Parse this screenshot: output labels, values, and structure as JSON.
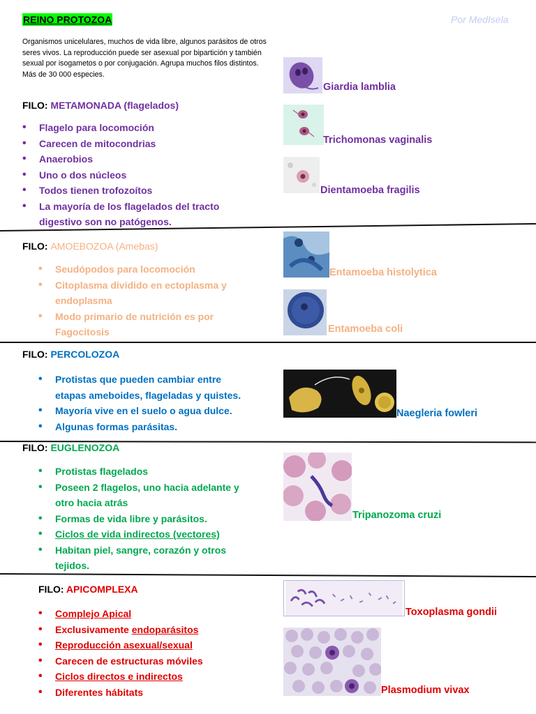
{
  "header": {
    "title": "REINO PROTOZOA",
    "author": "Por MedIsela"
  },
  "intro": "Organismos unicelulares, muchos de vida libre, algunos parásitos de otros seres vivos. La reproducción puede ser asexual por bipartición y también sexual por isogametos o por conjugación. Agrupa muchos filos distintos. Más de 30 000 especies.",
  "colors": {
    "highlight": "#00ff00",
    "purple": "#7030a0",
    "orange": "#f4b183",
    "blue": "#0070c0",
    "green": "#00a84f",
    "red": "#e00000",
    "author": "#c6cbf5"
  },
  "sections": [
    {
      "prefix": "FILO:",
      "name": "METAMONADA (flagelados)",
      "bullets": [
        "Flagelo para locomoción",
        "Carecen de mitocondrias",
        "Anaerobios",
        "Uno o dos núcleos",
        "Todos tienen trofozoítos",
        "La mayoría de los flagelados del tracto digestivo son no patógenos."
      ],
      "organisms": [
        "Giardia lamblia",
        "Trichomonas vaginalis",
        "Dientamoeba fragilis"
      ]
    },
    {
      "prefix": "FILO:",
      "name": "AMOEBOZOA (Amebas)",
      "bullets": [
        "Seudópodos para locomoción",
        "Citoplasma dividido en ectoplasma y endoplasma",
        "Modo primario de nutrición es por Fagocitosis"
      ],
      "organisms": [
        "Entamoeba histolytica",
        "Entamoeba coli"
      ]
    },
    {
      "prefix": "FILO:",
      "name": "PERCOLOZOA",
      "bullets": [
        "Protistas que pueden cambiar entre etapas ameboides, flageladas y quistes.",
        "Mayoría vive en el suelo o agua dulce.",
        "Algunas formas parásitas."
      ],
      "organisms": [
        "Naegleria fowleri"
      ]
    },
    {
      "prefix": "FILO:",
      "name": "EUGLENOZOA",
      "bullets": [
        "Protistas flagelados",
        "Poseen 2 flagelos, uno hacia adelante y otro hacia atrás",
        "Formas de vida libre y parásitos.",
        "Ciclos de vida indirectos (vectores)",
        "Habitan piel, sangre, corazón y otros tejidos."
      ],
      "organisms": [
        "Tripanozoma cruzi"
      ]
    },
    {
      "prefix": "FILO:",
      "name": "APICOMPLEXA",
      "bullets": [
        "Complejo Apical",
        "Exclusivamente",
        "endoparásitos",
        "Reproducción asexual/sexual",
        "Carecen de estructuras móviles",
        "Ciclos directos e indirectos",
        "Diferentes hábitats"
      ],
      "organisms": [
        "Toxoplasma gondii",
        "Plasmodium vivax"
      ]
    }
  ]
}
